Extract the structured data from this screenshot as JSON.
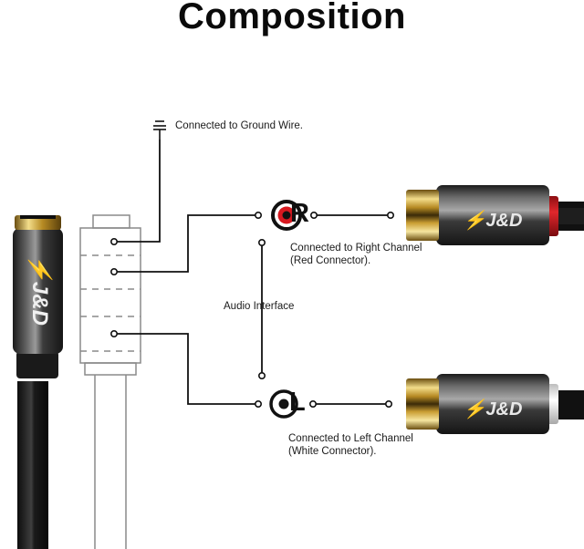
{
  "title": "Composition",
  "labels": {
    "ground": "Connected to Ground Wire.",
    "audio_interface": "Audio Interface",
    "right_line1": "Connected to Right Channel",
    "right_line2": "(Red Connector).",
    "left_line1": "Connected to Left Channel",
    "left_line2": "(White Connector)."
  },
  "channels": {
    "right": {
      "letter": "R",
      "color": "#d71920"
    },
    "left": {
      "letter": "L",
      "color": "#f2f2f2"
    }
  },
  "brand": {
    "logo_text": "J&D"
  },
  "colors": {
    "line": "#111111",
    "schematic": "#8a8a8a",
    "gold": "#c9a227",
    "metal": "#3a3a3a"
  }
}
